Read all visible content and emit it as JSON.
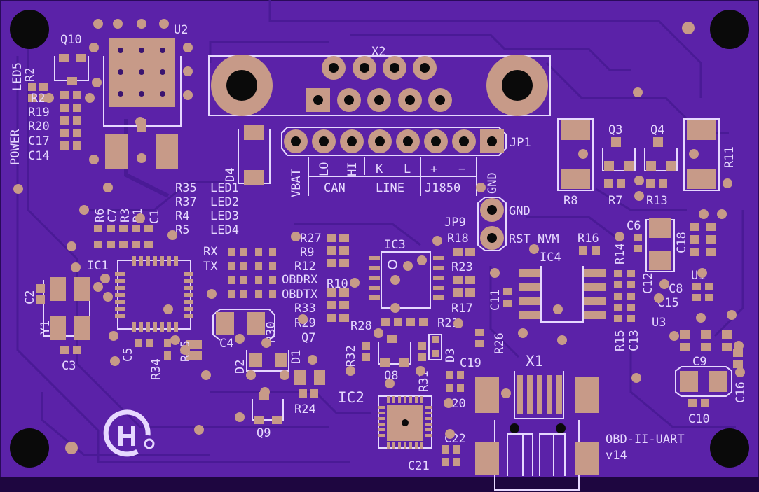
{
  "board": {
    "title": "OBD-II-UART",
    "version": "v14",
    "colors": {
      "soldermask": "#5b22a8",
      "edge": "#2a0a5a",
      "copper": "#c79a88",
      "silk": "#e6d8ff",
      "drill": "#0a0a0a"
    },
    "logo_icon": "hackaday-h-icon"
  },
  "connectors": {
    "x2": "X2",
    "x1": "X1",
    "jp1": "JP1",
    "jp9": "JP9",
    "jp1_pins": {
      "vbat": "VBAT",
      "lo": "LO",
      "hi": "HI",
      "k": "K",
      "l": "L",
      "plus": "+",
      "minus": "−",
      "gnd": "GND"
    },
    "jp1_groups": {
      "can": "CAN",
      "line": "LINE",
      "j1850": "J1850"
    },
    "jp9_labels": {
      "gnd": "GND",
      "rst": "RST_NVM"
    }
  },
  "labels": {
    "q10": "Q10",
    "u2": "U2",
    "led5": "LED5",
    "r2": "R2",
    "r22": "R22",
    "r19": "R19",
    "r20": "R20",
    "c17": "C17",
    "c14": "C14",
    "power": "POWER",
    "d4": "D4",
    "r35": "R35",
    "r37": "R37",
    "r4": "R4",
    "r5": "R5",
    "led1": "LED1",
    "led2": "LED2",
    "led3": "LED3",
    "led4": "LED4",
    "r6": "R6",
    "c7": "C7",
    "r3": "R3",
    "r1": "R1",
    "c1": "C1",
    "rx": "RX",
    "tx": "TX",
    "obdrx": "OBDRX",
    "obdtx": "OBDTX",
    "ic1": "IC1",
    "c2": "C2",
    "y1": "Y1",
    "c3": "C3",
    "c5": "C5",
    "r34": "R34",
    "r25": "R25",
    "c4": "C4",
    "r30": "R30",
    "d2": "D2",
    "d1": "D1",
    "q7": "Q7",
    "r24": "R24",
    "q9": "Q9",
    "r27": "R27",
    "r9": "R9",
    "r12": "R12",
    "r10": "R10",
    "r33": "R33",
    "r29": "R29",
    "ic3": "IC3",
    "r28": "R28",
    "r21": "R21",
    "r32": "R32",
    "q8": "Q8",
    "r31": "R31",
    "d3": "D3",
    "ic2": "IC2",
    "c19": "C19",
    "c20": "C20",
    "c21": "C21",
    "c22": "C22",
    "r18": "R18",
    "r23": "R23",
    "r17": "R17",
    "r26": "R26",
    "c11": "C11",
    "ic4": "IC4",
    "r16": "R16",
    "r14": "R14",
    "r15": "R15",
    "c13": "C13",
    "c6": "C6",
    "c12": "C12",
    "c18": "C18",
    "u1": "U1",
    "c8": "C8",
    "c15": "C15",
    "u3": "U3",
    "c9": "C9",
    "c16": "C16",
    "c10": "C10",
    "q3": "Q3",
    "q4": "Q4",
    "r8": "R8",
    "r7": "R7",
    "r13": "R13",
    "r11": "R11"
  }
}
